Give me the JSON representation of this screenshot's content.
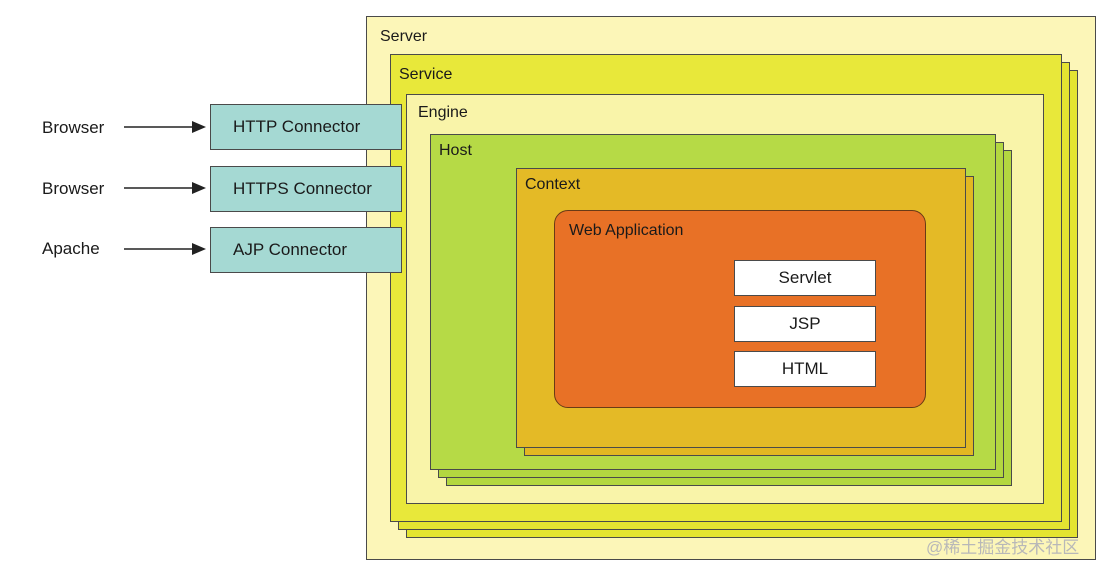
{
  "containers": {
    "server": "Server",
    "service": "Service",
    "engine": "Engine",
    "host": "Host",
    "context": "Context",
    "web_application": "Web Application"
  },
  "components": [
    "Servlet",
    "JSP",
    "HTML"
  ],
  "connectors": [
    {
      "client": "Browser",
      "label": "HTTP Connector"
    },
    {
      "client": "Browser",
      "label": "HTTPS Connector"
    },
    {
      "client": "Apache",
      "label": "AJP Connector"
    }
  ],
  "watermark": "@稀土掘金技术社区",
  "colors": {
    "server": "#fcf6b8",
    "service": "#e8e83a",
    "engine": "#f9f4a9",
    "host": "#b6da46",
    "context": "#e4ba26",
    "web_application": "#e87126",
    "connector": "#a5d9d3"
  }
}
